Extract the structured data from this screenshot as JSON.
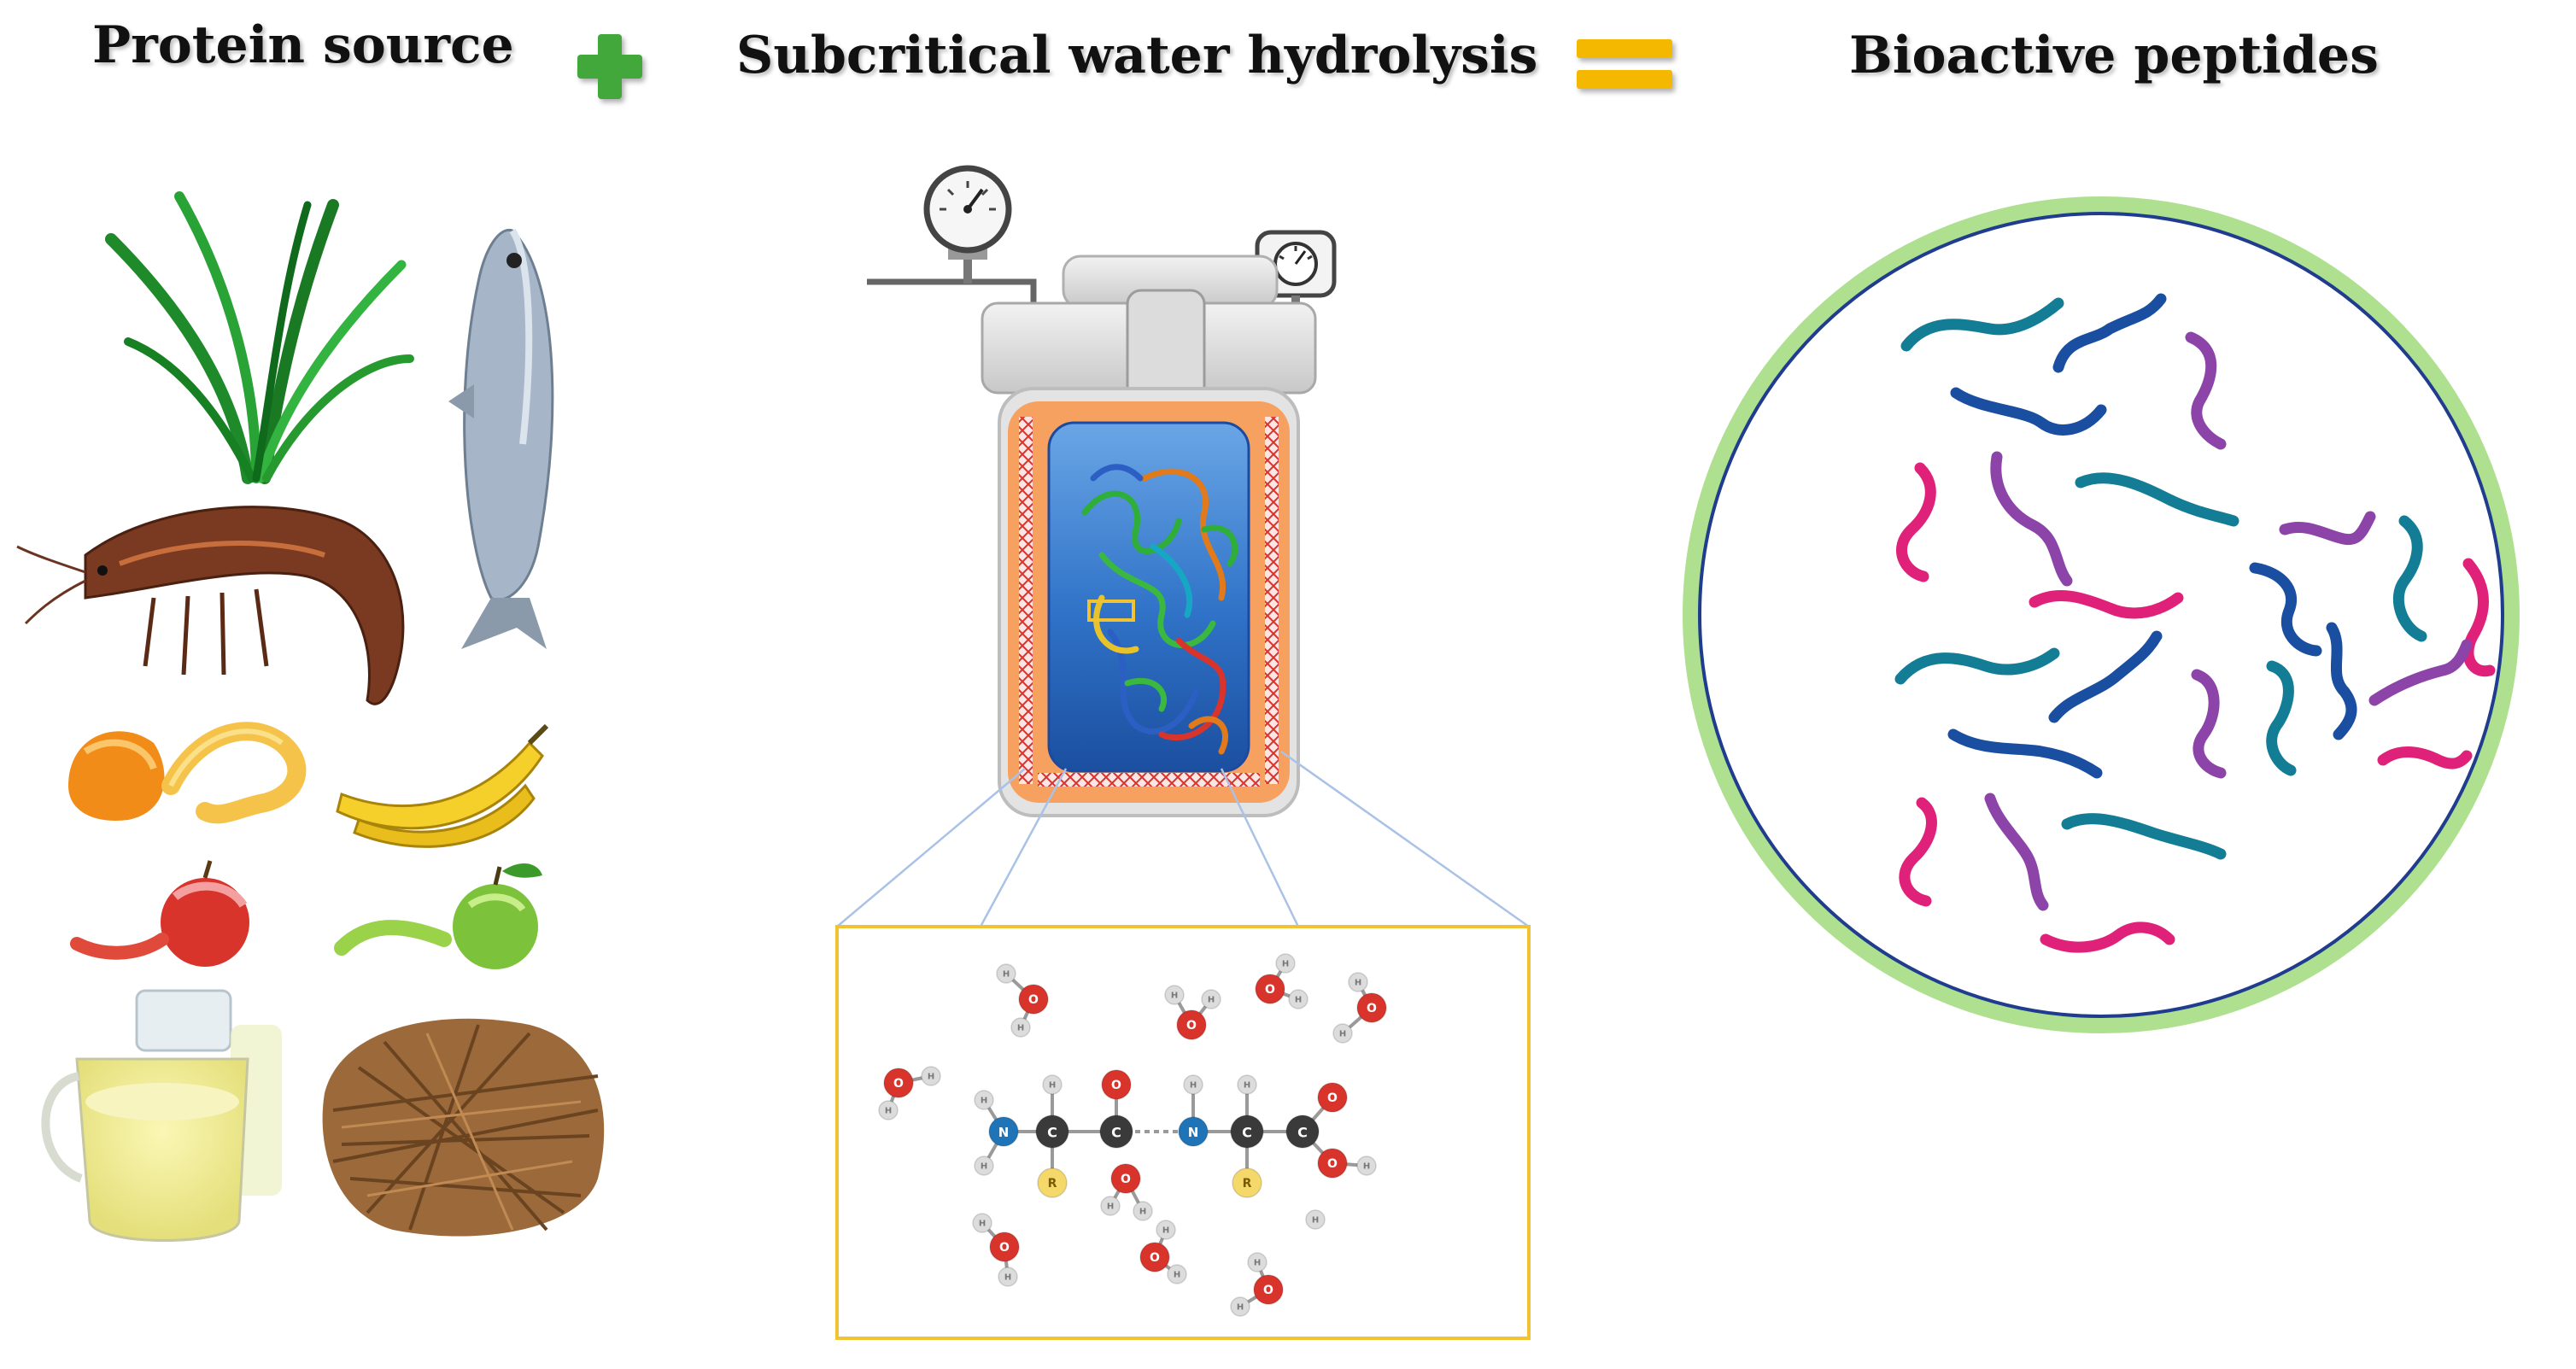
{
  "headings": {
    "protein_source": "Protein source",
    "process": "Subcritical water hydrolysis",
    "product": "Bioactive peptides"
  },
  "operators": {
    "plus": "plus-sign",
    "equals": "equals-sign"
  },
  "atoms": {
    "oxygen": "O",
    "hydrogen": "H",
    "nitrogen": "N",
    "carbon": "C",
    "side_chain": "R"
  },
  "colors": {
    "plus": "#43a83a",
    "equals": "#f5b800",
    "oxygen": "#d8342b",
    "hydrogen": "#dcdcdc",
    "nitrogen": "#1f74b8",
    "carbon": "#3a3a3a",
    "side_chain": "#f4d86a",
    "reactor_water": "#2f72c7",
    "reactor_heater": "#f6a15f",
    "inset_border": "#f1c232",
    "circle_border": "#1f3c8f",
    "peptide_teal": "#137d96",
    "peptide_navy": "#1a4ea0",
    "peptide_purple": "#8c44a8",
    "peptide_pink": "#e0217a"
  },
  "icons": [
    "seaweed-icon",
    "fish-icon",
    "shrimp-icon",
    "orange-peel-icon",
    "banana-icon",
    "apple-peel-icon",
    "green-apple-icon",
    "whey-jug-icon",
    "fiber-husk-icon",
    "pressure-gauge-icon",
    "thermometer-icon",
    "protein-structure-icon"
  ]
}
